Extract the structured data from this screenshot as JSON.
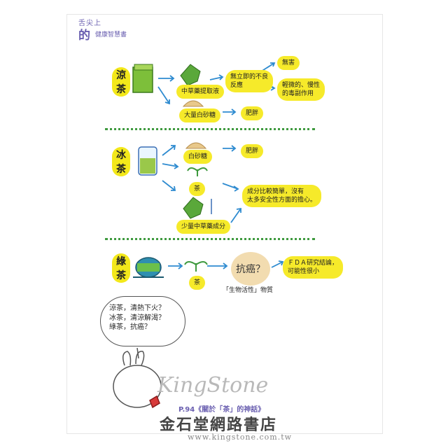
{
  "header": {
    "line1": "舌尖上",
    "big": "的",
    "line2": "健康智慧書"
  },
  "sections": {
    "liang": {
      "label": [
        "涼",
        "茶"
      ],
      "ingredient1": "中草藥提取液",
      "ingredient2": "大量白砂糖",
      "effect1": "無立即的不良\n反應",
      "result1": "無害",
      "result2": "輕微的、慢性\n的毒副作用",
      "effect2": "肥胖"
    },
    "bing": {
      "label": [
        "冰",
        "茶"
      ],
      "ingredient1": "白砂糖",
      "ingredient2": "茶",
      "ingredient3": "少量中草藥成分",
      "effect1": "肥胖",
      "effect2": "成分比較簡單，沒有\n太多安全性方面的擔心。"
    },
    "lv": {
      "label": [
        "綠",
        "茶"
      ],
      "ingredient1": "茶",
      "circle": "抗癌？",
      "result": "ＦＤＡ研究結論，\n可能性很小",
      "note": "「生物活性」物質"
    }
  },
  "speech": "涼茶，清熱下火？\n冰茶，清涼解渴？\n綠茶，抗癌？",
  "watermark": "KingStone",
  "caption": "P.94《關於「茶」的神話》",
  "store": "金石堂網路書店",
  "url": "www.kingstone.com.tw"
}
